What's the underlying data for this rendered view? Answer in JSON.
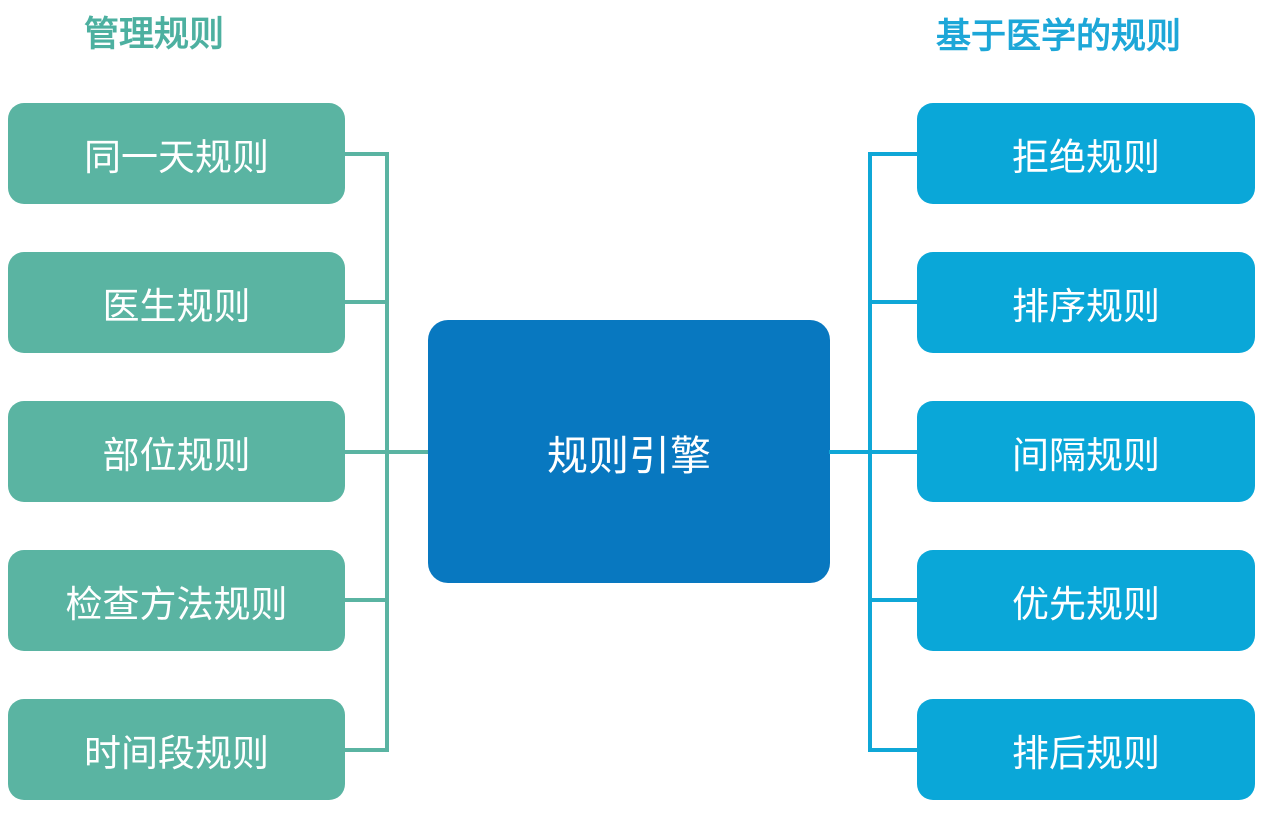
{
  "diagram": {
    "left_group": {
      "header": "管理规则",
      "items": [
        "同一天规则",
        "医生规则",
        "部位规则",
        "检查方法规则",
        "时间段规则"
      ]
    },
    "center_node": {
      "label": "规则引擎"
    },
    "right_group": {
      "header": "基于医学的规则",
      "items": [
        "拒绝规则",
        "排序规则",
        "间隔规则",
        "优先规则",
        "排后规则"
      ]
    },
    "colors": {
      "left_accent": "#5ab4a2",
      "left_header_text": "#4db0a0",
      "right_accent": "#0aa7d8",
      "right_header_text": "#1da7d8",
      "center_accent": "#0878c0",
      "node_text": "#ffffff",
      "background": "#ffffff"
    }
  }
}
